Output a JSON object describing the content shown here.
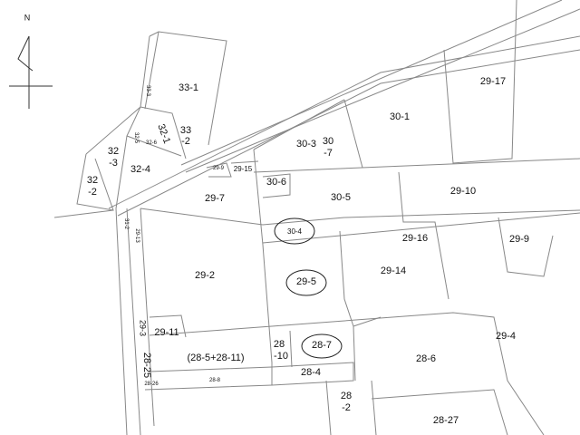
{
  "north": "N",
  "parcels": {
    "p33_1": "33-1",
    "p33_2a": "33",
    "p33_2b": "-2",
    "p32_1": "32-1",
    "p32_3a": "32",
    "p32_3b": "-3",
    "p32_2a": "32",
    "p32_2b": "-2",
    "p32_4": "32-4",
    "p29_7": "29-7",
    "p29_15": "29-15",
    "p29_9s": "29-9",
    "p30_3": "30-3",
    "p30_7a": "30",
    "p30_7b": "-7",
    "p30_1": "30-1",
    "p29_17": "29-17",
    "p30_6": "30-6",
    "p30_5": "30-5",
    "p29_10": "29-10",
    "p30_4": "30-4",
    "p29_16": "29-16",
    "p29_9": "29-9",
    "p29_2": "29-2",
    "p29_5": "29-5",
    "p29_14": "29-14",
    "p29_11": "29-11",
    "p29_3": "29-3",
    "p28_25": "28-25",
    "p28_5": "(28-5+28-11)",
    "p28_10a": "28",
    "p28_10b": "-10",
    "p28_7": "28-7",
    "p28_6": "28-6",
    "p29_4": "29-4",
    "p28_4": "28-4",
    "p28_2a": "28",
    "p28_2b": "-2",
    "p28_27": "28-27",
    "s33_3": "33-3",
    "s32_5": "32-5",
    "s32_6": "32-6",
    "s31_2": "31-2",
    "s29_13": "29-13",
    "s28_26": "28-26",
    "s28_8": "28-8"
  }
}
